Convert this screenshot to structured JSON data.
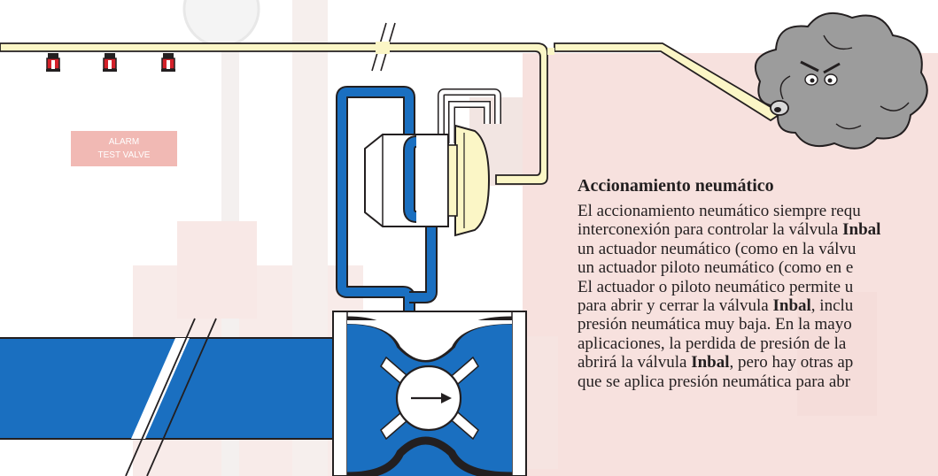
{
  "background_sign": {
    "line1": "ALARM",
    "line2": "TEST VALVE"
  },
  "colors": {
    "water": "#1a6fc0",
    "air": "#fbf6c6",
    "outline": "#231f20",
    "sprinkler": "#d4212a",
    "cloud": "#9c9c9c"
  },
  "icons": {
    "flow": "arrow-right-icon",
    "storm": "angry-cloud-icon",
    "head": "sprinkler-head-icon"
  },
  "description": {
    "title": "Accionamiento neumático",
    "lines": [
      [
        {
          "t": "El accionamiento neumático siempre requ"
        }
      ],
      [
        {
          "t": "interconexión para controlar la válvula "
        },
        {
          "t": "Inbal",
          "b": true
        }
      ],
      [
        {
          "t": "un actuador neumático (como en la válvu"
        }
      ],
      [
        {
          "t": "un actuador piloto neumático (como en e"
        }
      ],
      [
        {
          "t": "El actuador o piloto neumático permite u"
        }
      ],
      [
        {
          "t": "para abrir y cerrar la válvula "
        },
        {
          "t": "Inbal",
          "b": true
        },
        {
          "t": ", inclu"
        }
      ],
      [
        {
          "t": "presión neumática muy baja. En la mayo"
        }
      ],
      [
        {
          "t": "aplicaciones, la perdida de presión de la"
        }
      ],
      [
        {
          "t": "abrirá la válvula "
        },
        {
          "t": "Inbal",
          "b": true
        },
        {
          "t": ", pero hay otras ap"
        }
      ],
      [
        {
          "t": "que se aplica presión neumática para abr"
        }
      ]
    ]
  }
}
